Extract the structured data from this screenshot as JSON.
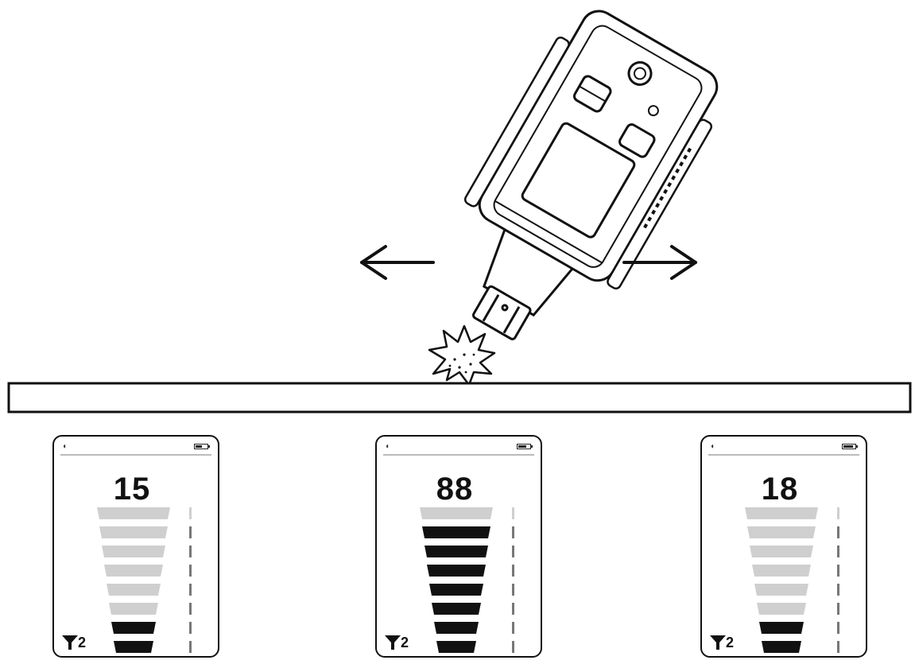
{
  "detectors": [
    {
      "reading": "15",
      "filter_level": "2",
      "active_bars": 2,
      "battery_level": 0.55
    },
    {
      "reading": "88",
      "filter_level": "2",
      "active_bars": 7,
      "battery_level": 0.7
    },
    {
      "reading": "18",
      "filter_level": "2",
      "active_bars": 2,
      "battery_level": 0.85
    }
  ],
  "total_bars": 8,
  "colors": {
    "active": "#111111",
    "inactive": "#cfcfcf",
    "outline": "#111111"
  },
  "icons": {
    "arrow_left": "arrow-left-icon",
    "arrow_right": "arrow-right-icon",
    "impact": "impact-burst-icon",
    "filter": "filter-icon",
    "speaker": "speaker-icon",
    "battery": "battery-icon"
  }
}
